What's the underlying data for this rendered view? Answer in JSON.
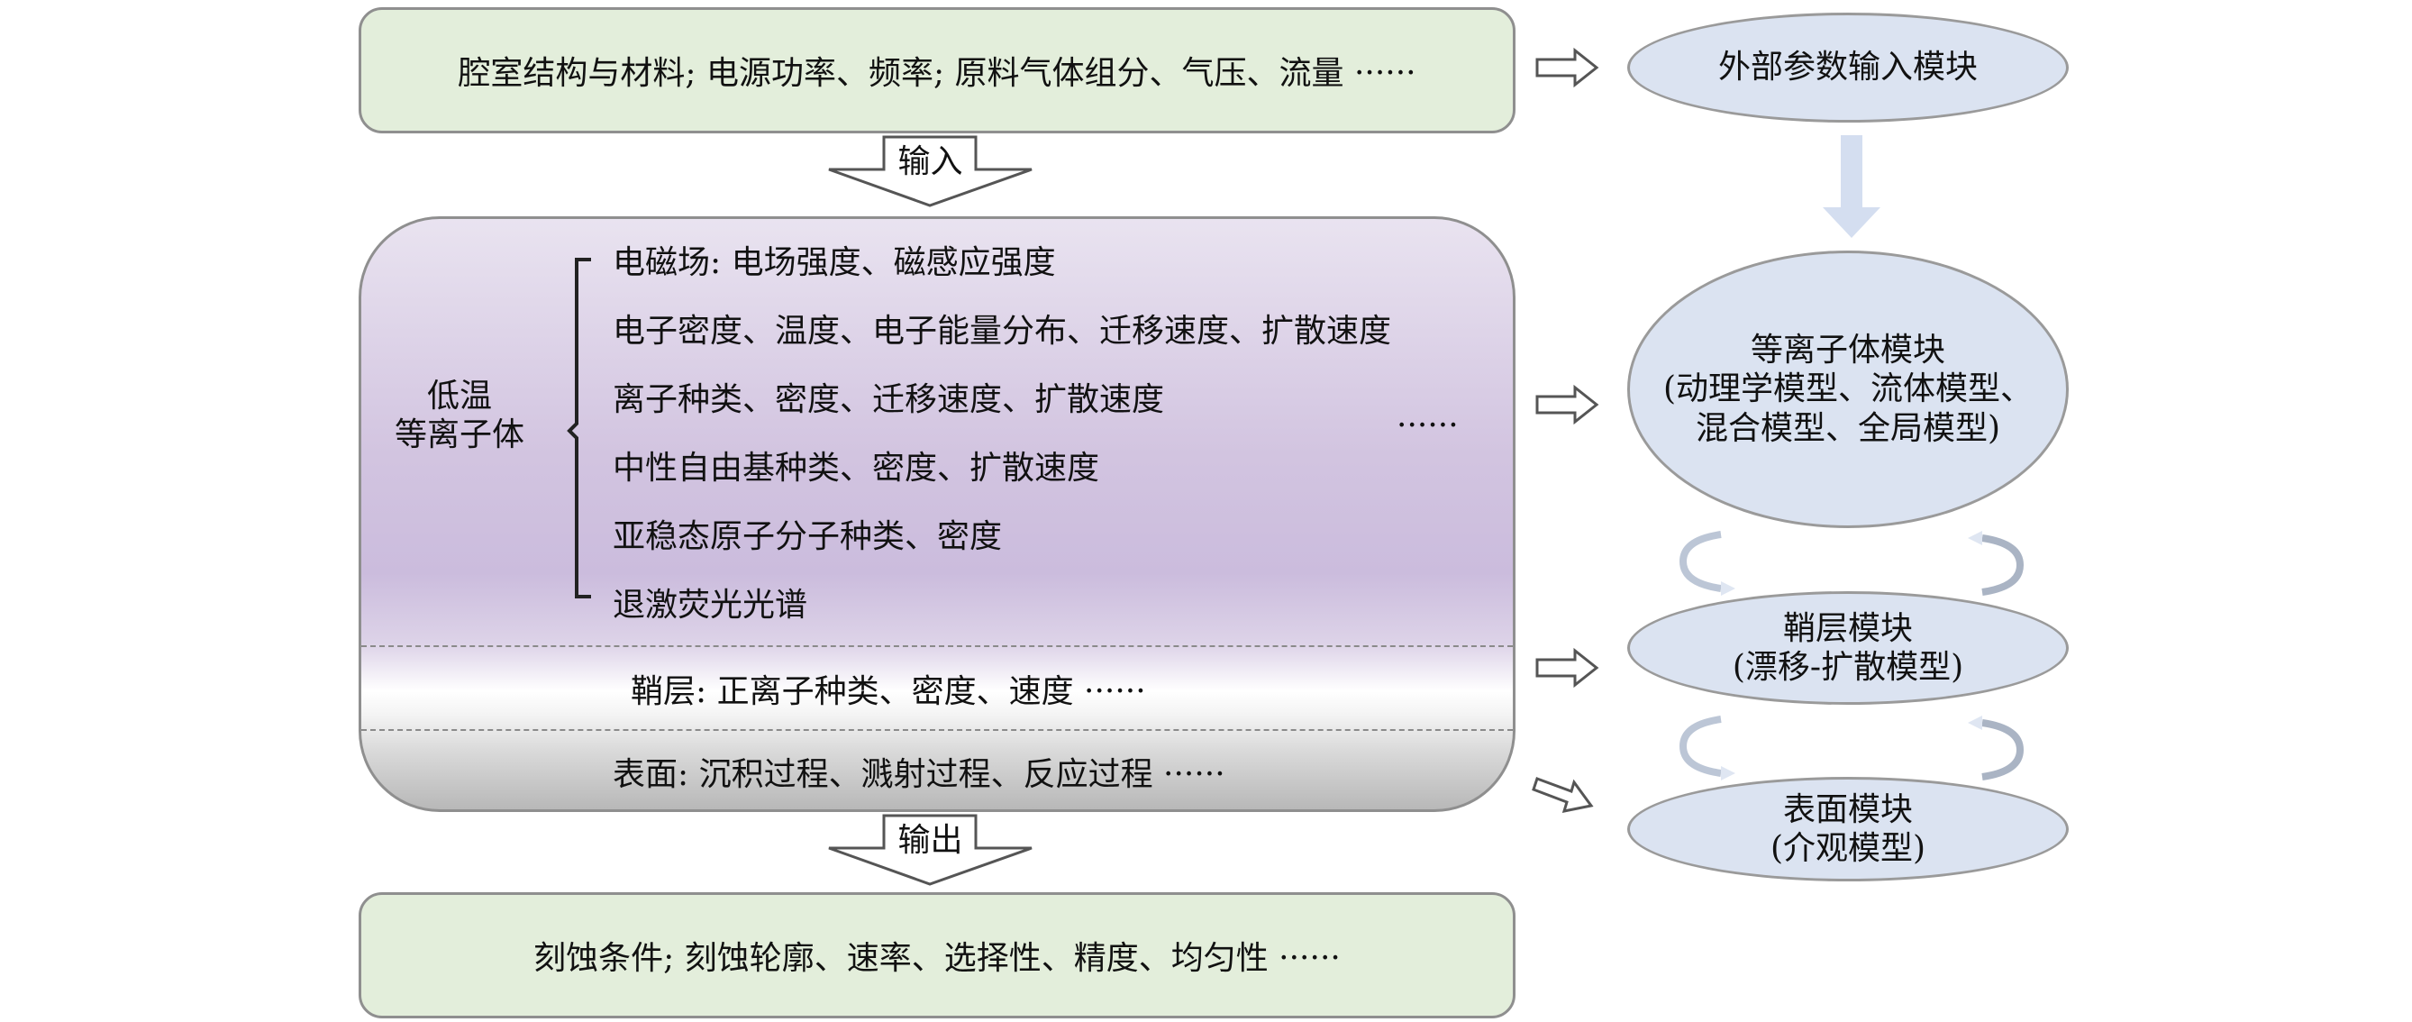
{
  "input_box": {
    "text": "腔室结构与材料; 电源功率、频率; 原料气体组分、气压、流量 ······"
  },
  "input_arrow": {
    "label": "输入"
  },
  "plasma_box": {
    "group_label_1": "低温",
    "group_label_2": "等离子体",
    "items": [
      "电磁场: 电场强度、磁感应强度",
      "电子密度、温度、电子能量分布、迁移速度、扩散速度",
      "离子种类、密度、迁移速度、扩散速度",
      "中性自由基种类、密度、扩散速度",
      "亚稳态原子分子种类、密度",
      "退激荧光光谱"
    ],
    "ellipsis": "······",
    "sheath": "鞘层: 正离子种类、密度、速度 ······",
    "surface": "表面: 沉积过程、溅射过程、反应过程 ······"
  },
  "output_arrow": {
    "label": "输出"
  },
  "output_box": {
    "text": "刻蚀条件; 刻蚀轮廓、速率、选择性、精度、均匀性 ······"
  },
  "modules": {
    "external": {
      "title": "外部参数输入模块"
    },
    "plasma": {
      "title": "等离子体模块",
      "sub1": "(动理学模型、流体模型、",
      "sub2": "混合模型、全局模型)"
    },
    "sheath": {
      "title": "鞘层模块",
      "sub": "(漂移-扩散模型)"
    },
    "surface": {
      "title": "表面模块",
      "sub": "(介观模型)"
    }
  }
}
